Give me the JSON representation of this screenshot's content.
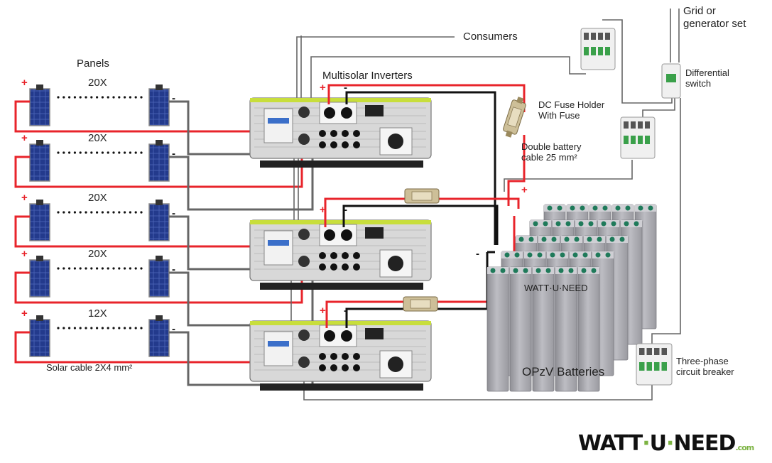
{
  "colors": {
    "positive": "#e8242b",
    "negative": "#111111",
    "neutral": "#666666",
    "accent": "#7cb342",
    "inverter_top": "#c8de3c"
  },
  "labels": {
    "panels": "Panels",
    "consumers": "Consumers",
    "inverters": "Multisolar Inverters",
    "fuse_holder": [
      "DC Fuse Holder",
      "With Fuse"
    ],
    "battery_cable": [
      "Double battery",
      "cable 25 mm²"
    ],
    "grid": [
      "Grid or",
      "generator set"
    ],
    "differential": [
      "Differential",
      "switch"
    ],
    "batteries": "OPzV Batteries",
    "breaker": [
      "Three-phase",
      "circuit breaker"
    ],
    "solar_cable": "Solar cable 2X4 mm²"
  },
  "strings": [
    {
      "count": "20X",
      "plus": "+",
      "minus": "-"
    },
    {
      "count": "20X",
      "plus": "+",
      "minus": "-"
    },
    {
      "count": "20X",
      "plus": "+",
      "minus": "-"
    },
    {
      "count": "20X",
      "plus": "+",
      "minus": "-"
    },
    {
      "count": "12X",
      "plus": "+",
      "minus": "-"
    }
  ],
  "inverter_terminals": [
    {
      "plus": "+",
      "minus": "-"
    },
    {
      "plus": "+",
      "minus": "-"
    },
    {
      "plus": "+",
      "minus": "-"
    }
  ],
  "battery_terminals": {
    "plus": "+",
    "minus": "-"
  },
  "battery_watermark": "WATT·U·NEED",
  "logo": {
    "part1": "WATT",
    "dot1": "·",
    "part2": "U",
    "dot2": "·",
    "part3": "NEED",
    "suffix": ".com"
  }
}
